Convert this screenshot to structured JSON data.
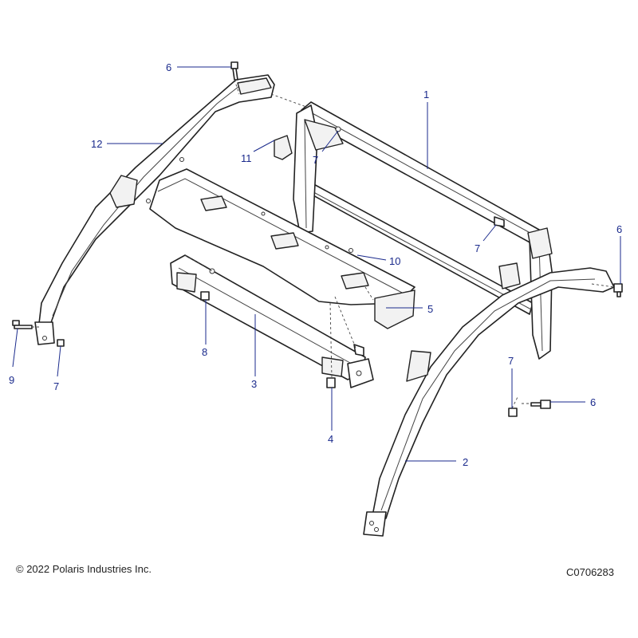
{
  "diagram": {
    "callouts": {
      "c1": "1",
      "c2": "2",
      "c3": "3",
      "c4": "4",
      "c5": "5",
      "c6a": "6",
      "c6b": "6",
      "c6c": "6",
      "c7a": "7",
      "c7b": "7",
      "c7c": "7",
      "c7d": "7",
      "c8": "8",
      "c9": "9",
      "c10": "10",
      "c11": "11",
      "c12": "12"
    },
    "footer": {
      "copyright": "© 2022 Polaris Industries Inc.",
      "drawing_number": "C0706283"
    },
    "colors": {
      "callout": "#1a2a8c",
      "line": "#222222"
    }
  }
}
